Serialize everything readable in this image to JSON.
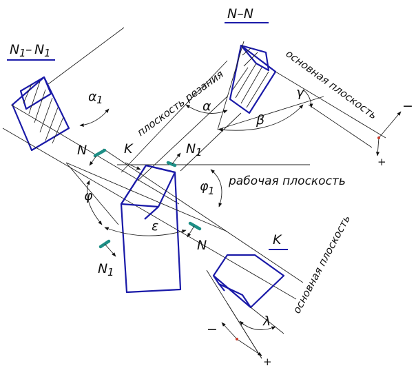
{
  "labels": {
    "section_n1": "N",
    "section_n1_sub": "1",
    "section_n1_dash": "–",
    "section_n1_b": "N",
    "section_n1_b_sub": "1",
    "section_nn": "N–N",
    "plane_cutting": "плоскость резания",
    "plane_main_top": "основная плоскость",
    "plane_working": "рабочая плоскость",
    "plane_main_bottom": "основная плоскость",
    "view_k": "K",
    "mark_k": "K",
    "mark_n_left": "N",
    "mark_n_right": "N",
    "mark_n1_top": "N",
    "mark_n1_top_sub": "1",
    "mark_n1_bottom": "N",
    "mark_n1_bottom_sub": "1",
    "alpha1": "α",
    "alpha1_sub": "1",
    "alpha": "α",
    "beta": "β",
    "gamma": "γ",
    "phi": "φ",
    "phi1": "φ",
    "phi1_sub": "1",
    "epsilon": "ε",
    "lambda": "λ",
    "minus_top": "−",
    "plus_top": "+",
    "minus_bottom": "−",
    "plus_bottom": "+"
  },
  "colors": {
    "outline": "#1a1aa8",
    "marker": "#1e8f86",
    "line": "#222222"
  }
}
